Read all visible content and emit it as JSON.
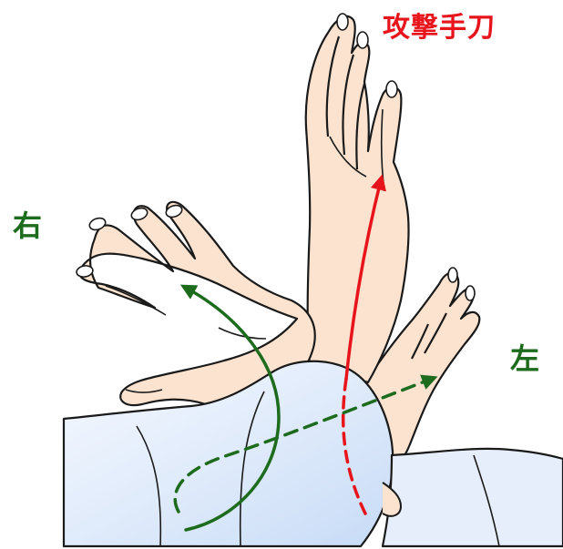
{
  "labels": {
    "attack_hand": "攻撃手刀",
    "right": "右",
    "left": "左"
  },
  "colors": {
    "skin": "#fbe3cf",
    "skin_shadow": "#f3cfb2",
    "sleeve": "#dbe9fb",
    "sleeve_light": "#f4f8fe",
    "outline": "#1a1a1a",
    "red_arrow": "#e8141c",
    "green_arrow": "#1d6b1d"
  },
  "icons": [
    "arrow-red-upward",
    "arrow-green-curved",
    "arrow-green-dashed"
  ]
}
